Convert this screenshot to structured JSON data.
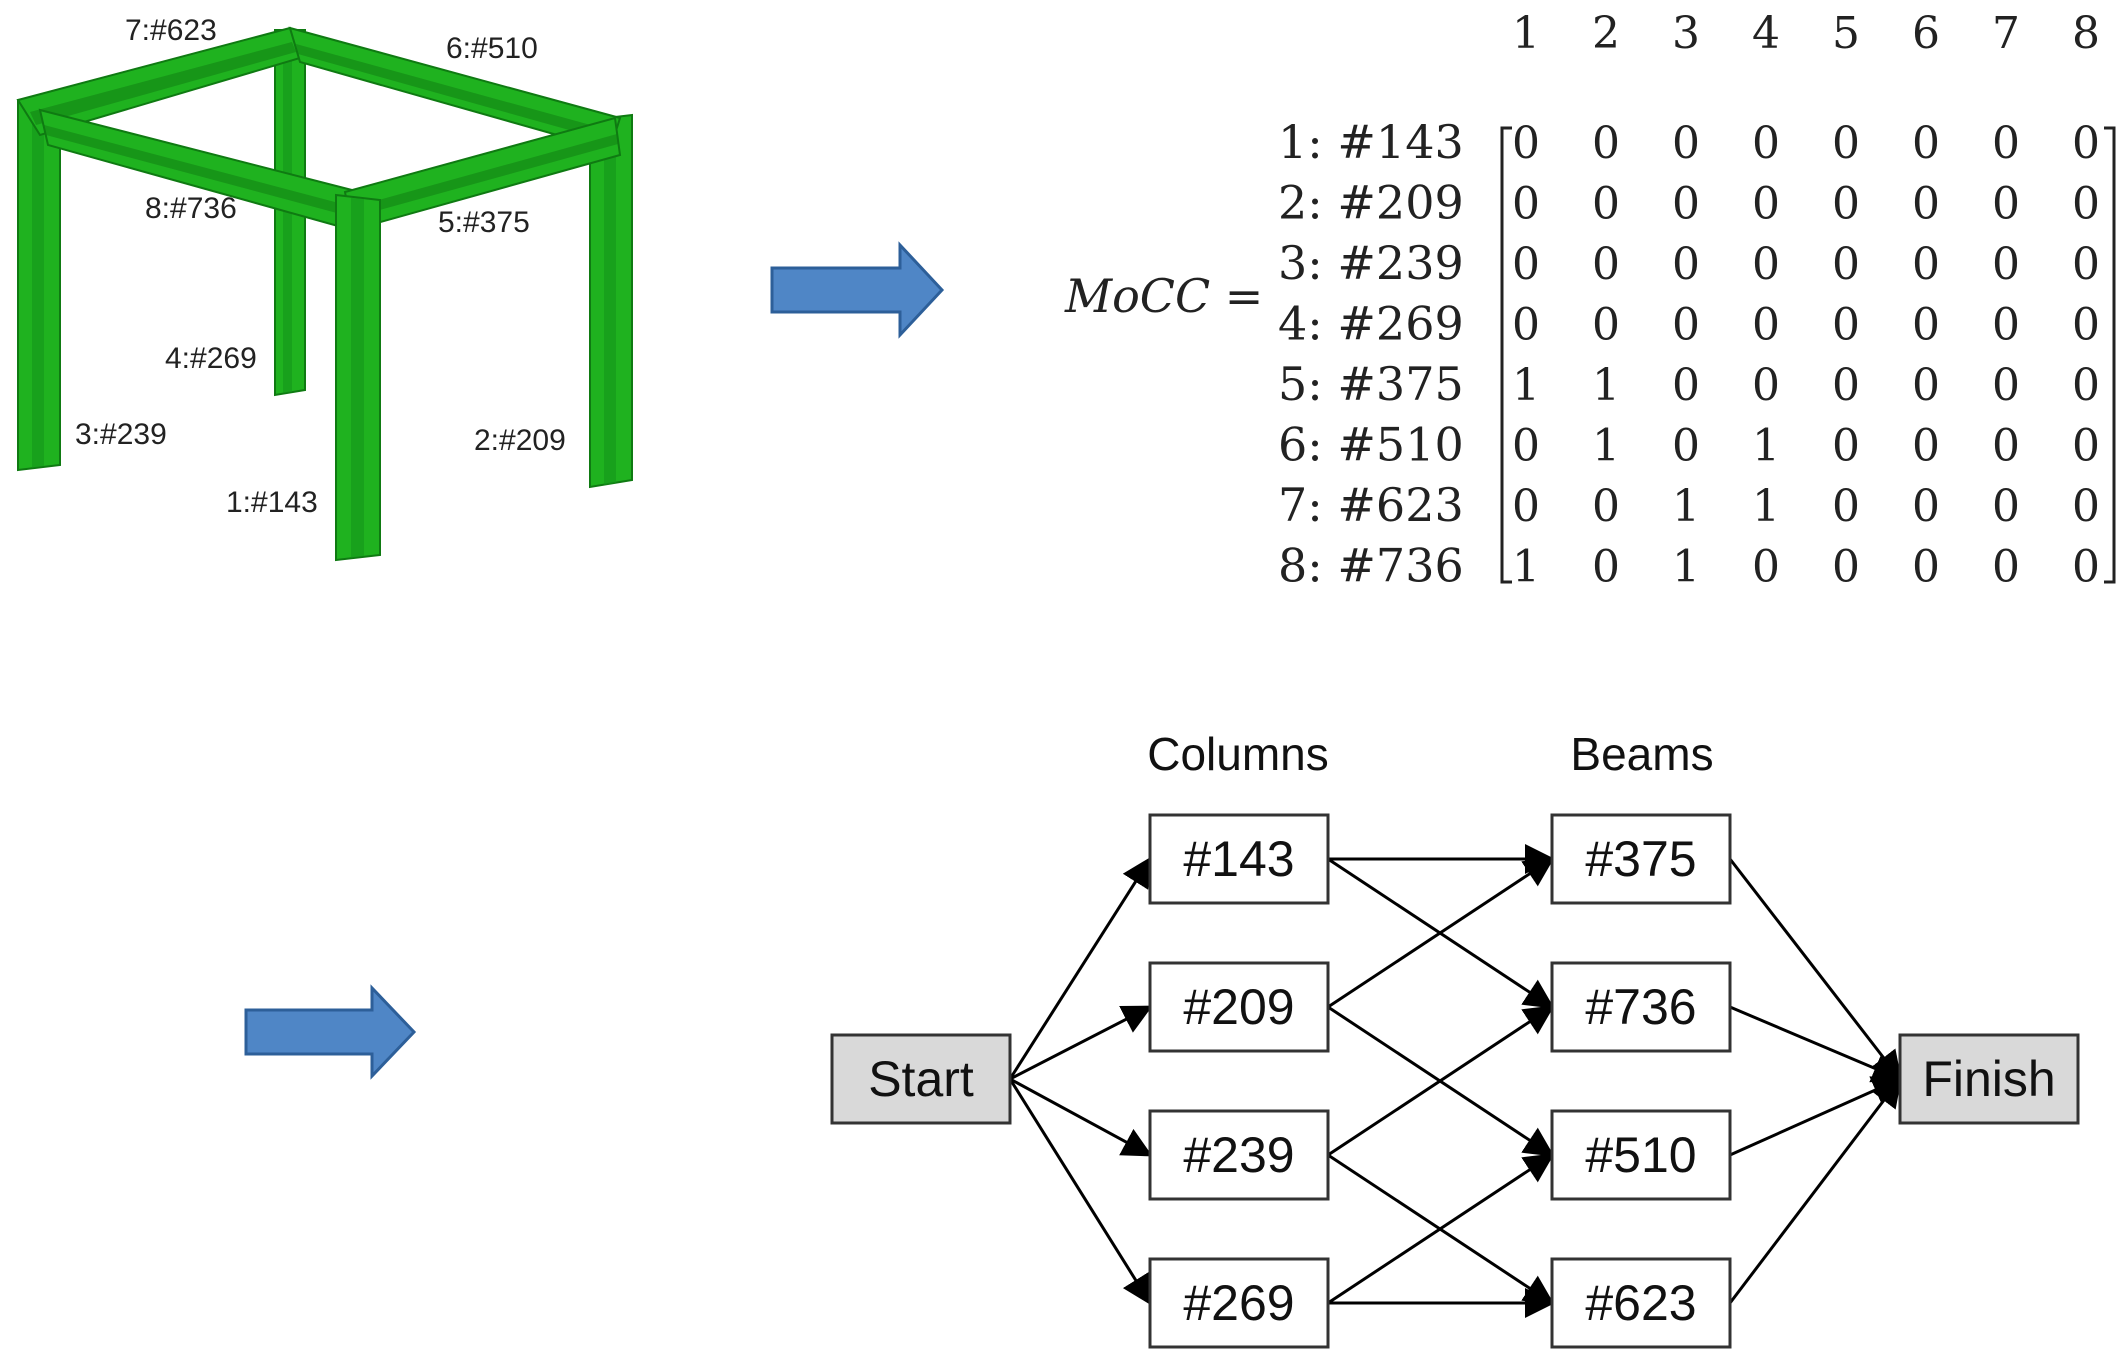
{
  "model": {
    "labels": [
      "7:#623",
      "6:#510",
      "8:#736",
      "5:#375",
      "4:#269",
      "3:#239",
      "2:#209",
      "1:#143"
    ],
    "member_color": "#1fb21f",
    "member_dark": "#0f7a12"
  },
  "arrow_color": "#4f86c6",
  "matrix": {
    "symbol": "MoCC =",
    "col_headers": [
      "1",
      "2",
      "3",
      "4",
      "5",
      "6",
      "7",
      "8"
    ],
    "row_labels": [
      "1: #143",
      "2: #209",
      "3: #239",
      "4: #269",
      "5: #375",
      "6: #510",
      "7: #623",
      "8: #736"
    ],
    "values": [
      [
        "0",
        "0",
        "0",
        "0",
        "0",
        "0",
        "0",
        "0"
      ],
      [
        "0",
        "0",
        "0",
        "0",
        "0",
        "0",
        "0",
        "0"
      ],
      [
        "0",
        "0",
        "0",
        "0",
        "0",
        "0",
        "0",
        "0"
      ],
      [
        "0",
        "0",
        "0",
        "0",
        "0",
        "0",
        "0",
        "0"
      ],
      [
        "1",
        "1",
        "0",
        "0",
        "0",
        "0",
        "0",
        "0"
      ],
      [
        "0",
        "1",
        "0",
        "1",
        "0",
        "0",
        "0",
        "0"
      ],
      [
        "0",
        "0",
        "1",
        "1",
        "0",
        "0",
        "0",
        "0"
      ],
      [
        "1",
        "0",
        "1",
        "0",
        "0",
        "0",
        "0",
        "0"
      ]
    ]
  },
  "network": {
    "col_header": "Columns",
    "beam_header": "Beams",
    "start": "Start",
    "finish": "Finish",
    "columns": [
      "#143",
      "#209",
      "#239",
      "#269"
    ],
    "beams": [
      "#375",
      "#736",
      "#510",
      "#623"
    ]
  }
}
